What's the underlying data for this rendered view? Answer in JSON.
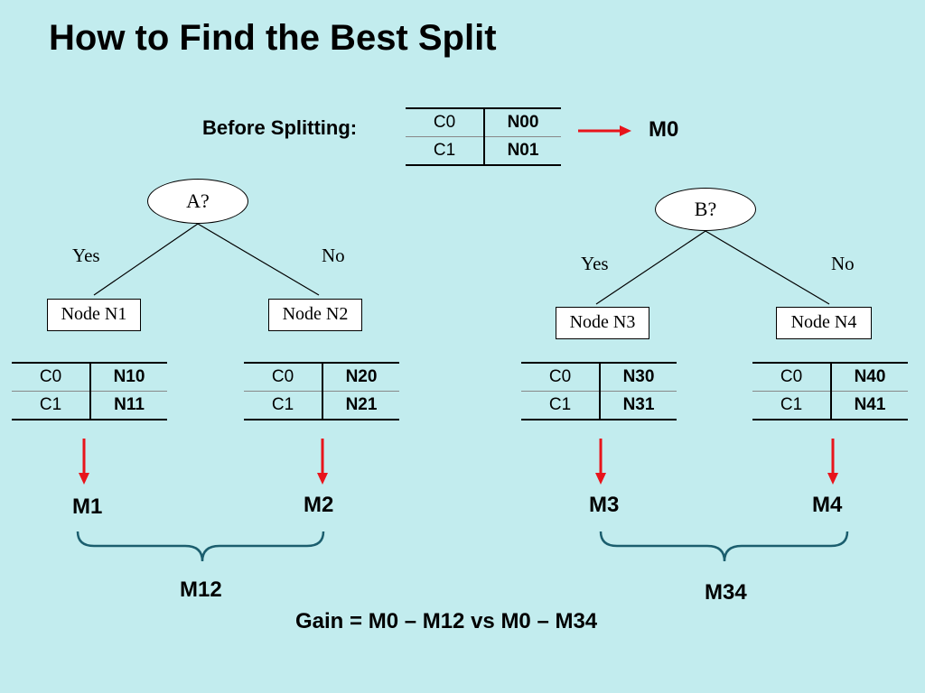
{
  "title": "How to Find the Best Split",
  "before_label": "Before Splitting:",
  "root_table": {
    "rows": [
      {
        "c": "C0",
        "n": "N00"
      },
      {
        "c": "C1",
        "n": "N01"
      }
    ]
  },
  "root_measure": "M0",
  "split_a": {
    "question": "A?",
    "yes": "Yes",
    "no": "No",
    "node_left": "Node N1",
    "node_right": "Node N2",
    "table_left": [
      {
        "c": "C0",
        "n": "N10"
      },
      {
        "c": "C1",
        "n": "N11"
      }
    ],
    "table_right": [
      {
        "c": "C0",
        "n": "N20"
      },
      {
        "c": "C1",
        "n": "N21"
      }
    ],
    "m_left": "M1",
    "m_right": "M2",
    "combined": "M12"
  },
  "split_b": {
    "question": "B?",
    "yes": "Yes",
    "no": "No",
    "node_left": "Node N3",
    "node_right": "Node N4",
    "table_left": [
      {
        "c": "C0",
        "n": "N30"
      },
      {
        "c": "C1",
        "n": "N31"
      }
    ],
    "table_right": [
      {
        "c": "C0",
        "n": "N40"
      },
      {
        "c": "C1",
        "n": "N41"
      }
    ],
    "m_left": "M3",
    "m_right": "M4",
    "combined": "M34"
  },
  "gain_formula": "Gain = M0 – M12 vs  M0 – M34",
  "colors": {
    "background": "#c2ecee",
    "arrow": "#e8141b"
  }
}
